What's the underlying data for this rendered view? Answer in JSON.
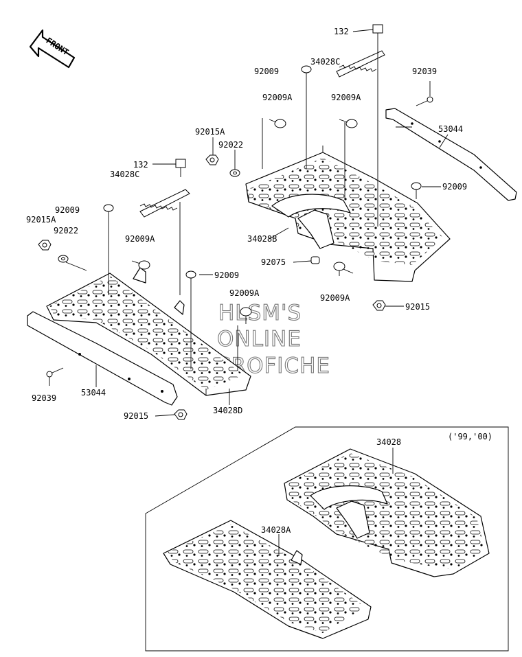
{
  "front_arrow": {
    "text": "FRONT",
    "icon": "front-direction-arrow-icon"
  },
  "years_note": "('99,'00)",
  "watermark": {
    "line1": "HLSM'S",
    "line2": "ONLINE",
    "line3": "MICROFICHE"
  },
  "labels": {
    "p132_top": "132",
    "p34028C_top": "34028C",
    "p92009_top": "92009",
    "p92039_top": "92039",
    "p92009A_a": "92009A",
    "p92009A_b": "92009A",
    "p92015A_mid": "92015A",
    "p92022_mid": "92022",
    "p53044_right": "53044",
    "p132_mid": "132",
    "p34028C_mid": "34028C",
    "p92009_right": "92009",
    "p92009_left": "92009",
    "p92015A_left": "92015A",
    "p92022_left": "92022",
    "p34028B": "34028B",
    "p92009A_left": "92009A",
    "p92075": "92075",
    "p92009_center": "92009",
    "p92009A_center": "92009A",
    "p92009A_right": "92009A",
    "p92015_right": "92015",
    "p92039_left": "92039",
    "p53044_left": "53044",
    "p92015_bottom": "92015",
    "p34028D": "34028D",
    "p34028": "34028",
    "p34028A": "34028A"
  }
}
